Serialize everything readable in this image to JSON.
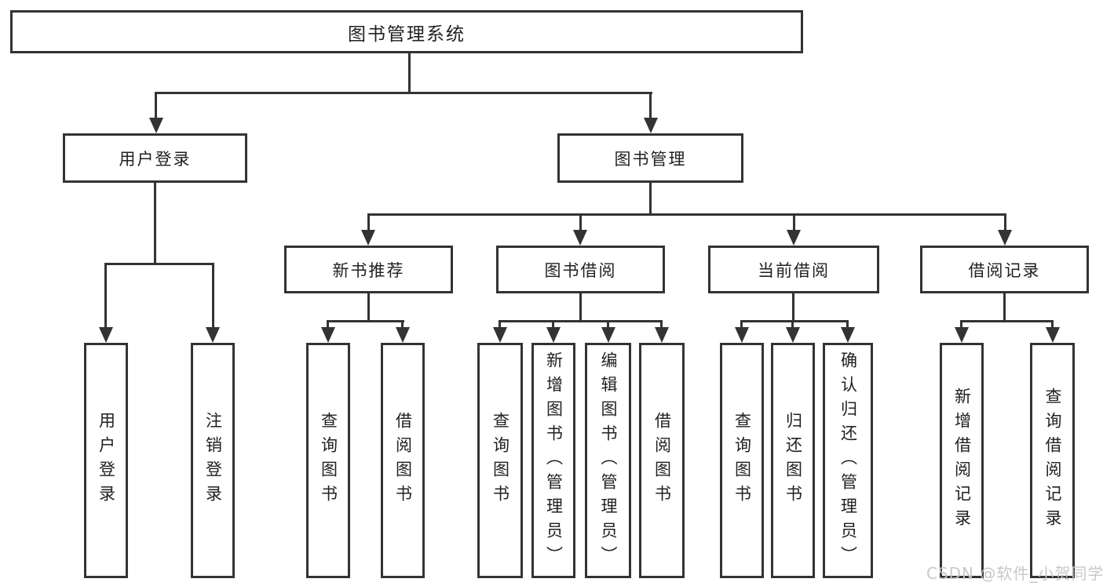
{
  "tree": {
    "root": {
      "label": "图书管理系统"
    },
    "branches": [
      {
        "label": "用户登录",
        "children": [
          {
            "label": "用户登录"
          },
          {
            "label": "注销登录"
          }
        ]
      },
      {
        "label": "图书管理",
        "children": [
          {
            "label": "新书推荐",
            "children": [
              {
                "label": "查询图书"
              },
              {
                "label": "借阅图书"
              }
            ]
          },
          {
            "label": "图书借阅",
            "children": [
              {
                "label": "查询图书"
              },
              {
                "label": "新增图书（管理员）"
              },
              {
                "label": "编辑图书（管理员）"
              },
              {
                "label": "借阅图书"
              }
            ]
          },
          {
            "label": "当前借阅",
            "children": [
              {
                "label": "查询图书"
              },
              {
                "label": "归还图书"
              },
              {
                "label": "确认归还（管理员）"
              }
            ]
          },
          {
            "label": "借阅记录",
            "children": [
              {
                "label": "新增借阅记录"
              },
              {
                "label": "查询借阅记录"
              }
            ]
          }
        ]
      }
    ]
  },
  "watermark": "CSDN @软件_小贺同学",
  "colors": {
    "line": "#333333",
    "text": "#212121",
    "background": "#ffffff",
    "box_fill": "#ffffff",
    "watermark": "#c6c6c6"
  }
}
